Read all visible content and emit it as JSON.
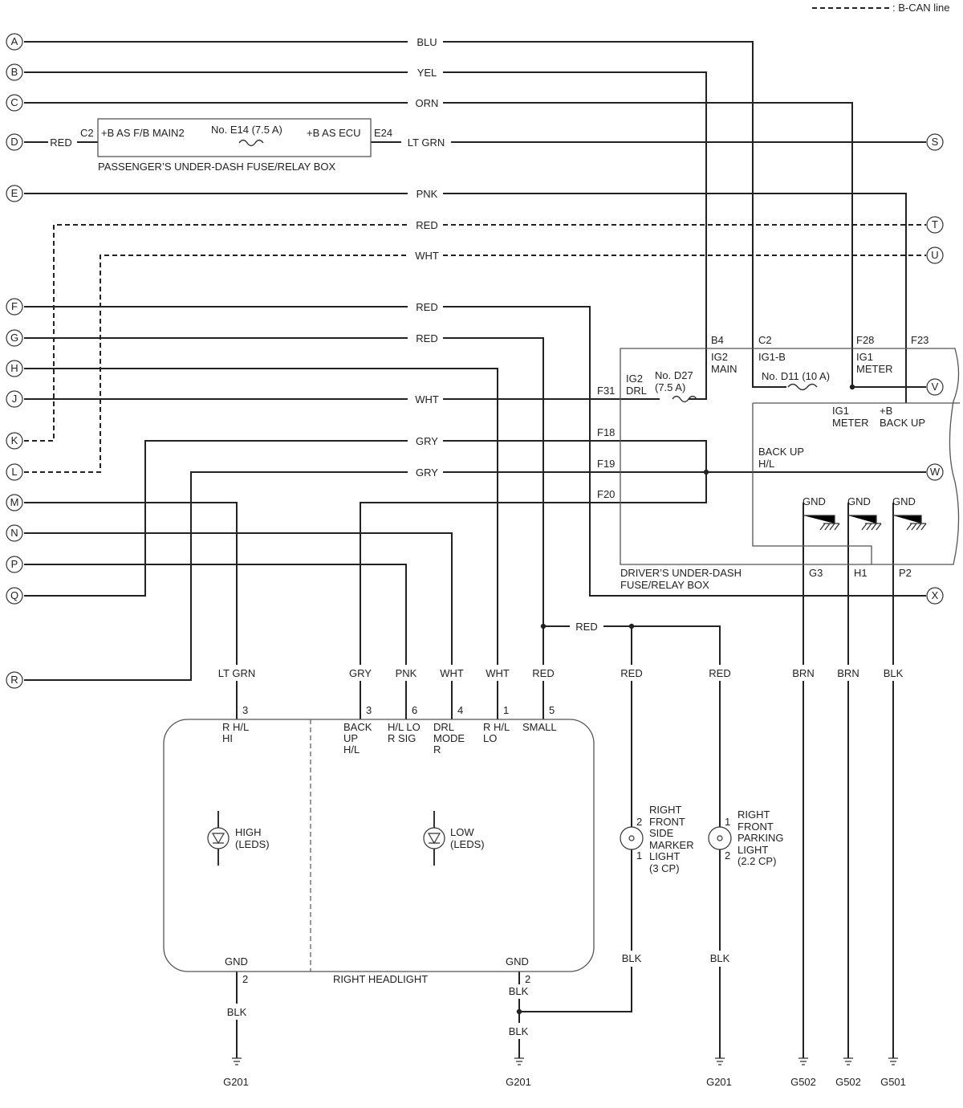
{
  "legend": {
    "text": ": B-CAN line"
  },
  "connectors": {
    "A": "A",
    "B": "B",
    "C": "C",
    "D": "D",
    "E": "E",
    "F": "F",
    "G": "G",
    "H": "H",
    "J": "J",
    "K": "K",
    "L": "L",
    "M": "M",
    "N": "N",
    "P": "P",
    "Q": "Q",
    "R": "R",
    "S": "S",
    "T": "T",
    "U": "U",
    "V": "V",
    "W": "W",
    "X": "X"
  },
  "wires": {
    "a": "BLU",
    "b": "YEL",
    "c": "ORN",
    "d_in": "RED",
    "d_out": "LT GRN",
    "e": "PNK",
    "t": "RED",
    "u": "WHT",
    "f": "RED",
    "g": "RED",
    "j": "WHT",
    "k": "GRY",
    "l": "GRY",
    "small_bus": "RED"
  },
  "passenger_box": {
    "pin_in": "C2",
    "pin_out": "E24",
    "left": "+B AS F/B MAIN2",
    "fuse": "No. E14 (7.5 A)",
    "right": "+B AS ECU",
    "label": "PASSENGER’S UNDER-DASH FUSE/RELAY BOX"
  },
  "driver_box": {
    "pin_b4": "B4",
    "pin_c2": "C2",
    "pin_f28": "F28",
    "pin_f23": "F23",
    "ig2_main": [
      "IG2",
      "MAIN"
    ],
    "ig1_b": "IG1-B",
    "ig1_meter_top": [
      "IG1",
      "METER"
    ],
    "ig2_drl": [
      "IG2",
      "DRL"
    ],
    "fuse_d27": [
      "No. D27",
      "(7.5 A)"
    ],
    "fuse_d11": "No. D11 (10 A)",
    "ig1_meter_bot": [
      "IG1",
      "METER"
    ],
    "bback": [
      "+B",
      "BACK UP"
    ],
    "f31": "F31",
    "f18": "F18",
    "f19": "F19",
    "f20": "F20",
    "backup_hl": [
      "BACK UP",
      "H/L"
    ],
    "gnd": "GND",
    "g3": "G3",
    "h1": "H1",
    "p2": "P2",
    "label": [
      "DRIVER’S UNDER-DASH",
      "FUSE/RELAY BOX"
    ]
  },
  "headlight": {
    "wire_colors": [
      "LT GRN",
      "GRY",
      "PNK",
      "WHT",
      "WHT",
      "RED"
    ],
    "pins": [
      "3",
      "3",
      "6",
      "4",
      "1",
      "5"
    ],
    "pin_labels": [
      [
        "R H/L",
        "HI"
      ],
      [
        "BACK",
        "UP",
        "H/L"
      ],
      [
        "H/L LO",
        "R SIG"
      ],
      [
        "DRL",
        "MODE",
        "R"
      ],
      [
        "R H/L",
        "LO"
      ],
      [
        "SMALL"
      ]
    ],
    "high": [
      "HIGH",
      "(LEDS)"
    ],
    "low": [
      "LOW",
      "(LEDS)"
    ],
    "gnd": "GND",
    "gnd_pin": "2",
    "label": "RIGHT HEADLIGHT",
    "blk": "BLK"
  },
  "marker": {
    "wire_top": "RED",
    "pin_top": "2",
    "pin_bot": "1",
    "name": [
      "RIGHT",
      "FRONT",
      "SIDE",
      "MARKER",
      "LIGHT",
      "(3 CP)"
    ],
    "wire_bot": "BLK"
  },
  "parking": {
    "wire_top": "RED",
    "pin_top": "1",
    "pin_bot": "2",
    "name": [
      "RIGHT",
      "FRONT",
      "PARKING",
      "LIGHT",
      "(2.2 CP)"
    ],
    "wire_bot": "BLK"
  },
  "grounds_wire": {
    "brn": "BRN",
    "blk": "BLK"
  },
  "ground_labels": {
    "g201a": "G201",
    "g201b": "G201",
    "g201c": "G201",
    "g502a": "G502",
    "g502b": "G502",
    "g501": "G501"
  }
}
